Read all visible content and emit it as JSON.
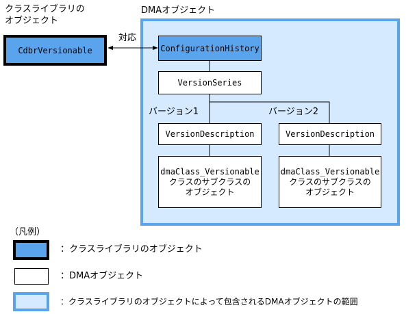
{
  "diagram": {
    "lib_caption_line1": "クラスライブラリの",
    "lib_caption_line2": "オブジェクト",
    "dma_caption": "DMAオブジェクト",
    "lib_object": "CdbrVersionable",
    "relation_label": "対応",
    "config_history": "ConfigurationHistory",
    "version_series": "VersionSeries",
    "version1_label": "バージョン1",
    "version2_label": "バージョン2",
    "version_desc1": "VersionDescription",
    "version_desc2": "VersionDescription",
    "versionable1": {
      "line1": "dmaClass_Versionable",
      "line2": "クラスのサブクラスの",
      "line3": "オブジェクト"
    },
    "versionable2": {
      "line1": "dmaClass_Versionable",
      "line2": "クラスのサブクラスの",
      "line3": "オブジェクト"
    }
  },
  "legend": {
    "title": "（凡例）",
    "item1": "：クラスライブラリのオブジェクト",
    "item2": "：DMAオブジェクト",
    "item3": "：クラスライブラリのオブジェクトによって包含されるDMAオブジェクトの範囲"
  },
  "colors": {
    "library_fill": "#5aa3ed",
    "scope_border": "#5aa3ed",
    "scope_fill": "#d6eaff"
  }
}
